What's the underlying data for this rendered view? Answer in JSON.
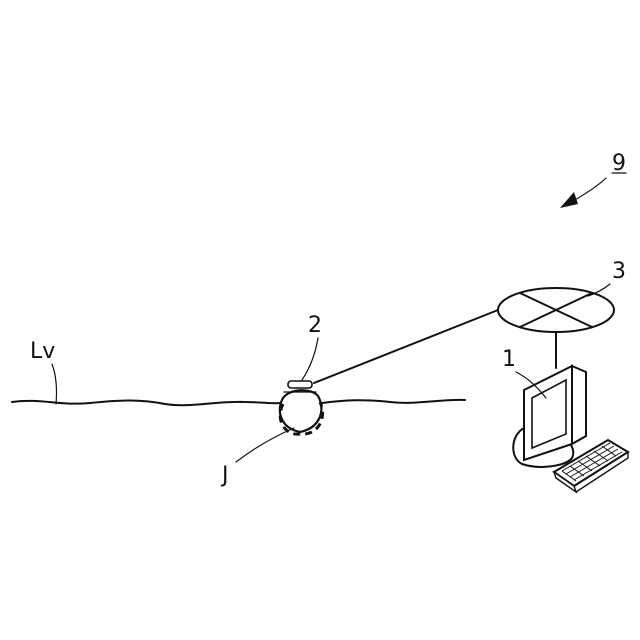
{
  "labels": {
    "system": "9",
    "computer": "1",
    "float_device": "2",
    "antenna": "3",
    "water_level": "Lv",
    "region": "J"
  }
}
